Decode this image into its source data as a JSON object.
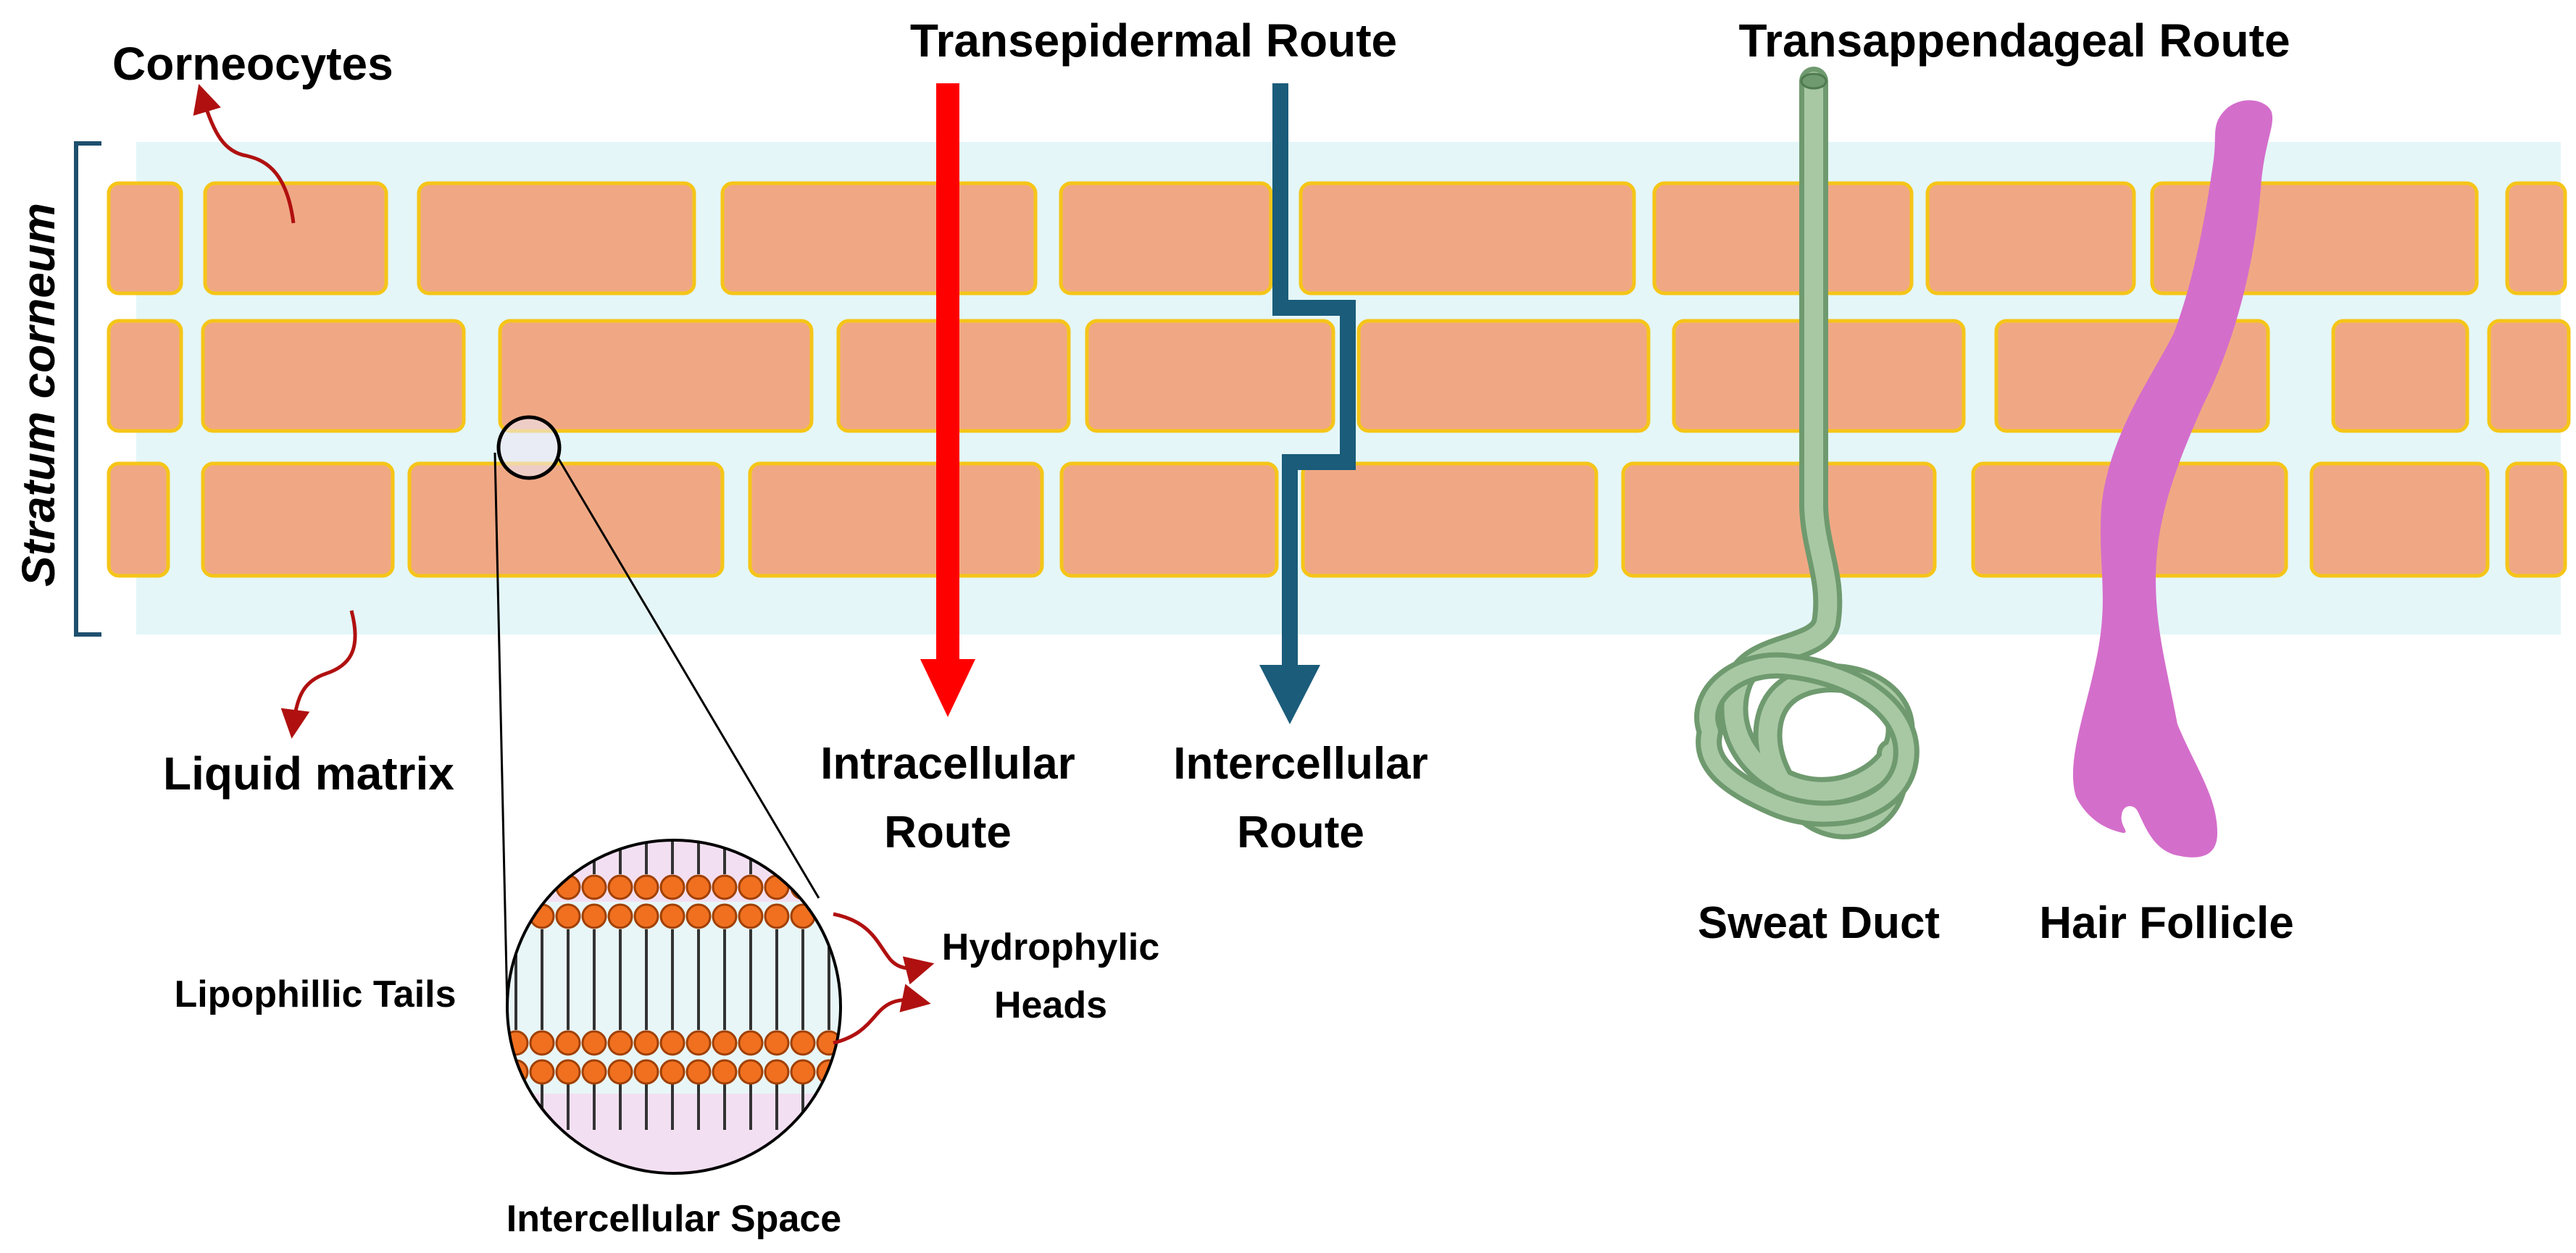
{
  "labels": {
    "corneocytes": "Corneocytes",
    "liquid_matrix": "Liquid matrix",
    "stratum_corneum": "Stratum corneum",
    "transepidermal_route": "Transepidermal Route",
    "transappendageal_route": "Transappendageal Route",
    "intracellular_route_1": "Intracellular",
    "intracellular_route_2": "Route",
    "intercellular_route_1": "Intercellular",
    "intercellular_route_2": "Route",
    "sweat_duct": "Sweat Duct",
    "hair_follicle": "Hair Follicle",
    "lipophilic_tails": "Lipophillic Tails",
    "hydrophylic_heads_1": "Hydrophylic",
    "hydrophylic_heads_2": "Heads",
    "intercellular_space": "Intercellular Space"
  },
  "colors": {
    "matrix": "#e4f6f8",
    "cell_fill": "#f0a884",
    "cell_border": "#f5c518",
    "intracellular_arrow": "#ff0000",
    "intercellular_arrow": "#1a5c7a",
    "sweat_duct": "#8fb88f",
    "hair_follicle": "#d46ecb",
    "pointer_arrow": "#b01010",
    "lipid_head": "#f07020",
    "bracket": "#1e4f6e"
  },
  "icons": {
    "corneocyte_pointer": "curved-arrow-icon",
    "matrix_pointer": "curved-arrow-icon",
    "heads_pointer": "curved-arrow-icon"
  }
}
